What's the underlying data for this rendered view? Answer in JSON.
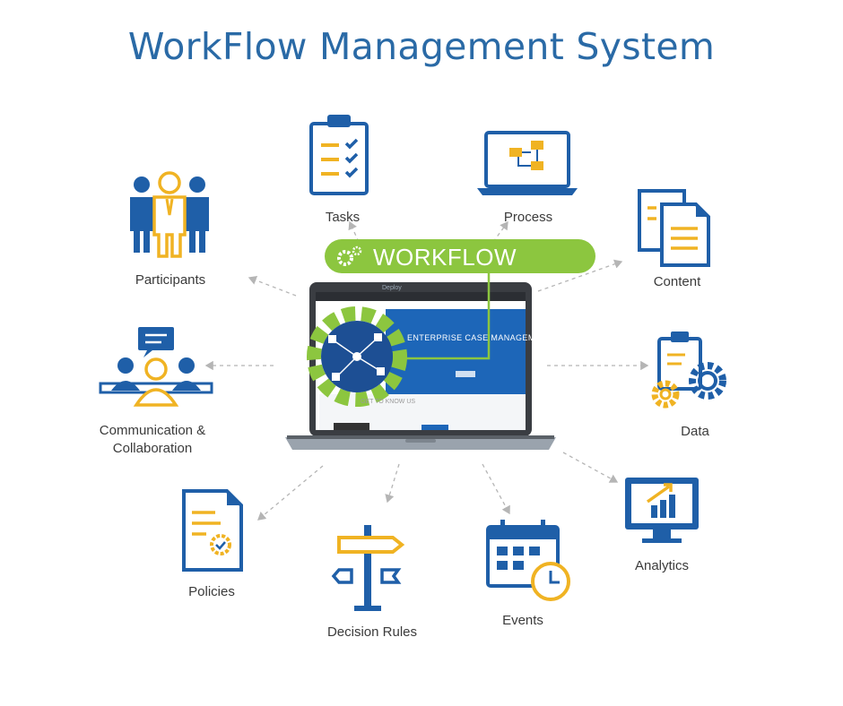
{
  "title": "WorkFlow Management System",
  "hub": {
    "badge_label": "WORKFLOW",
    "screen_heading": "ENTERPRISE CASE MANAGEMENT",
    "screen_subheading": "GET TO KNOW US",
    "screen_tab": "Deploy"
  },
  "nodes": {
    "tasks": "Tasks",
    "process": "Process",
    "participants": "Participants",
    "content": "Content",
    "communication_line1": "Communication &",
    "communication_line2": "Collaboration",
    "data": "Data",
    "analytics": "Analytics",
    "policies": "Policies",
    "decision_rules": "Decision Rules",
    "events": "Events"
  },
  "colors": {
    "title": "#2a6aa6",
    "icon_blue": "#1f5fa8",
    "icon_yellow": "#f0b323",
    "badge_green": "#8cc63f",
    "arrow_gray": "#b5b5b5"
  }
}
